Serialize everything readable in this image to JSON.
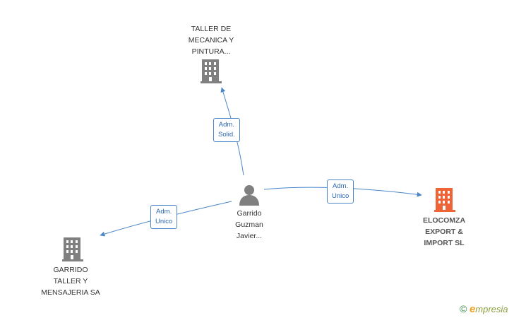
{
  "colors": {
    "edge": "#4a86c8",
    "building_gray": "#808080",
    "building_main": "#ef6436",
    "person": "#808080"
  },
  "nodes": {
    "person": {
      "label": "Garrido\nGuzman\nJavier...",
      "icon": "person-icon"
    },
    "taller_mecanica": {
      "label": "TALLER DE\nMECANICA Y\nPINTURA...",
      "icon": "building-icon"
    },
    "garrido_taller": {
      "label": "GARRIDO\nTALLER Y\nMENSAJERIA SA",
      "icon": "building-icon"
    },
    "elocomza": {
      "label": "ELOCOMZA\nEXPORT &\nIMPORT SL",
      "icon": "building-icon"
    }
  },
  "edges": [
    {
      "id": "to-taller",
      "label": "Adm.\nSolid."
    },
    {
      "id": "to-garrido",
      "label": "Adm.\nUnico"
    },
    {
      "id": "to-elocomza",
      "label": "Adm.\nUnico"
    }
  ],
  "brand": {
    "copyright": "©",
    "initial": "e",
    "name": "mpresia"
  }
}
